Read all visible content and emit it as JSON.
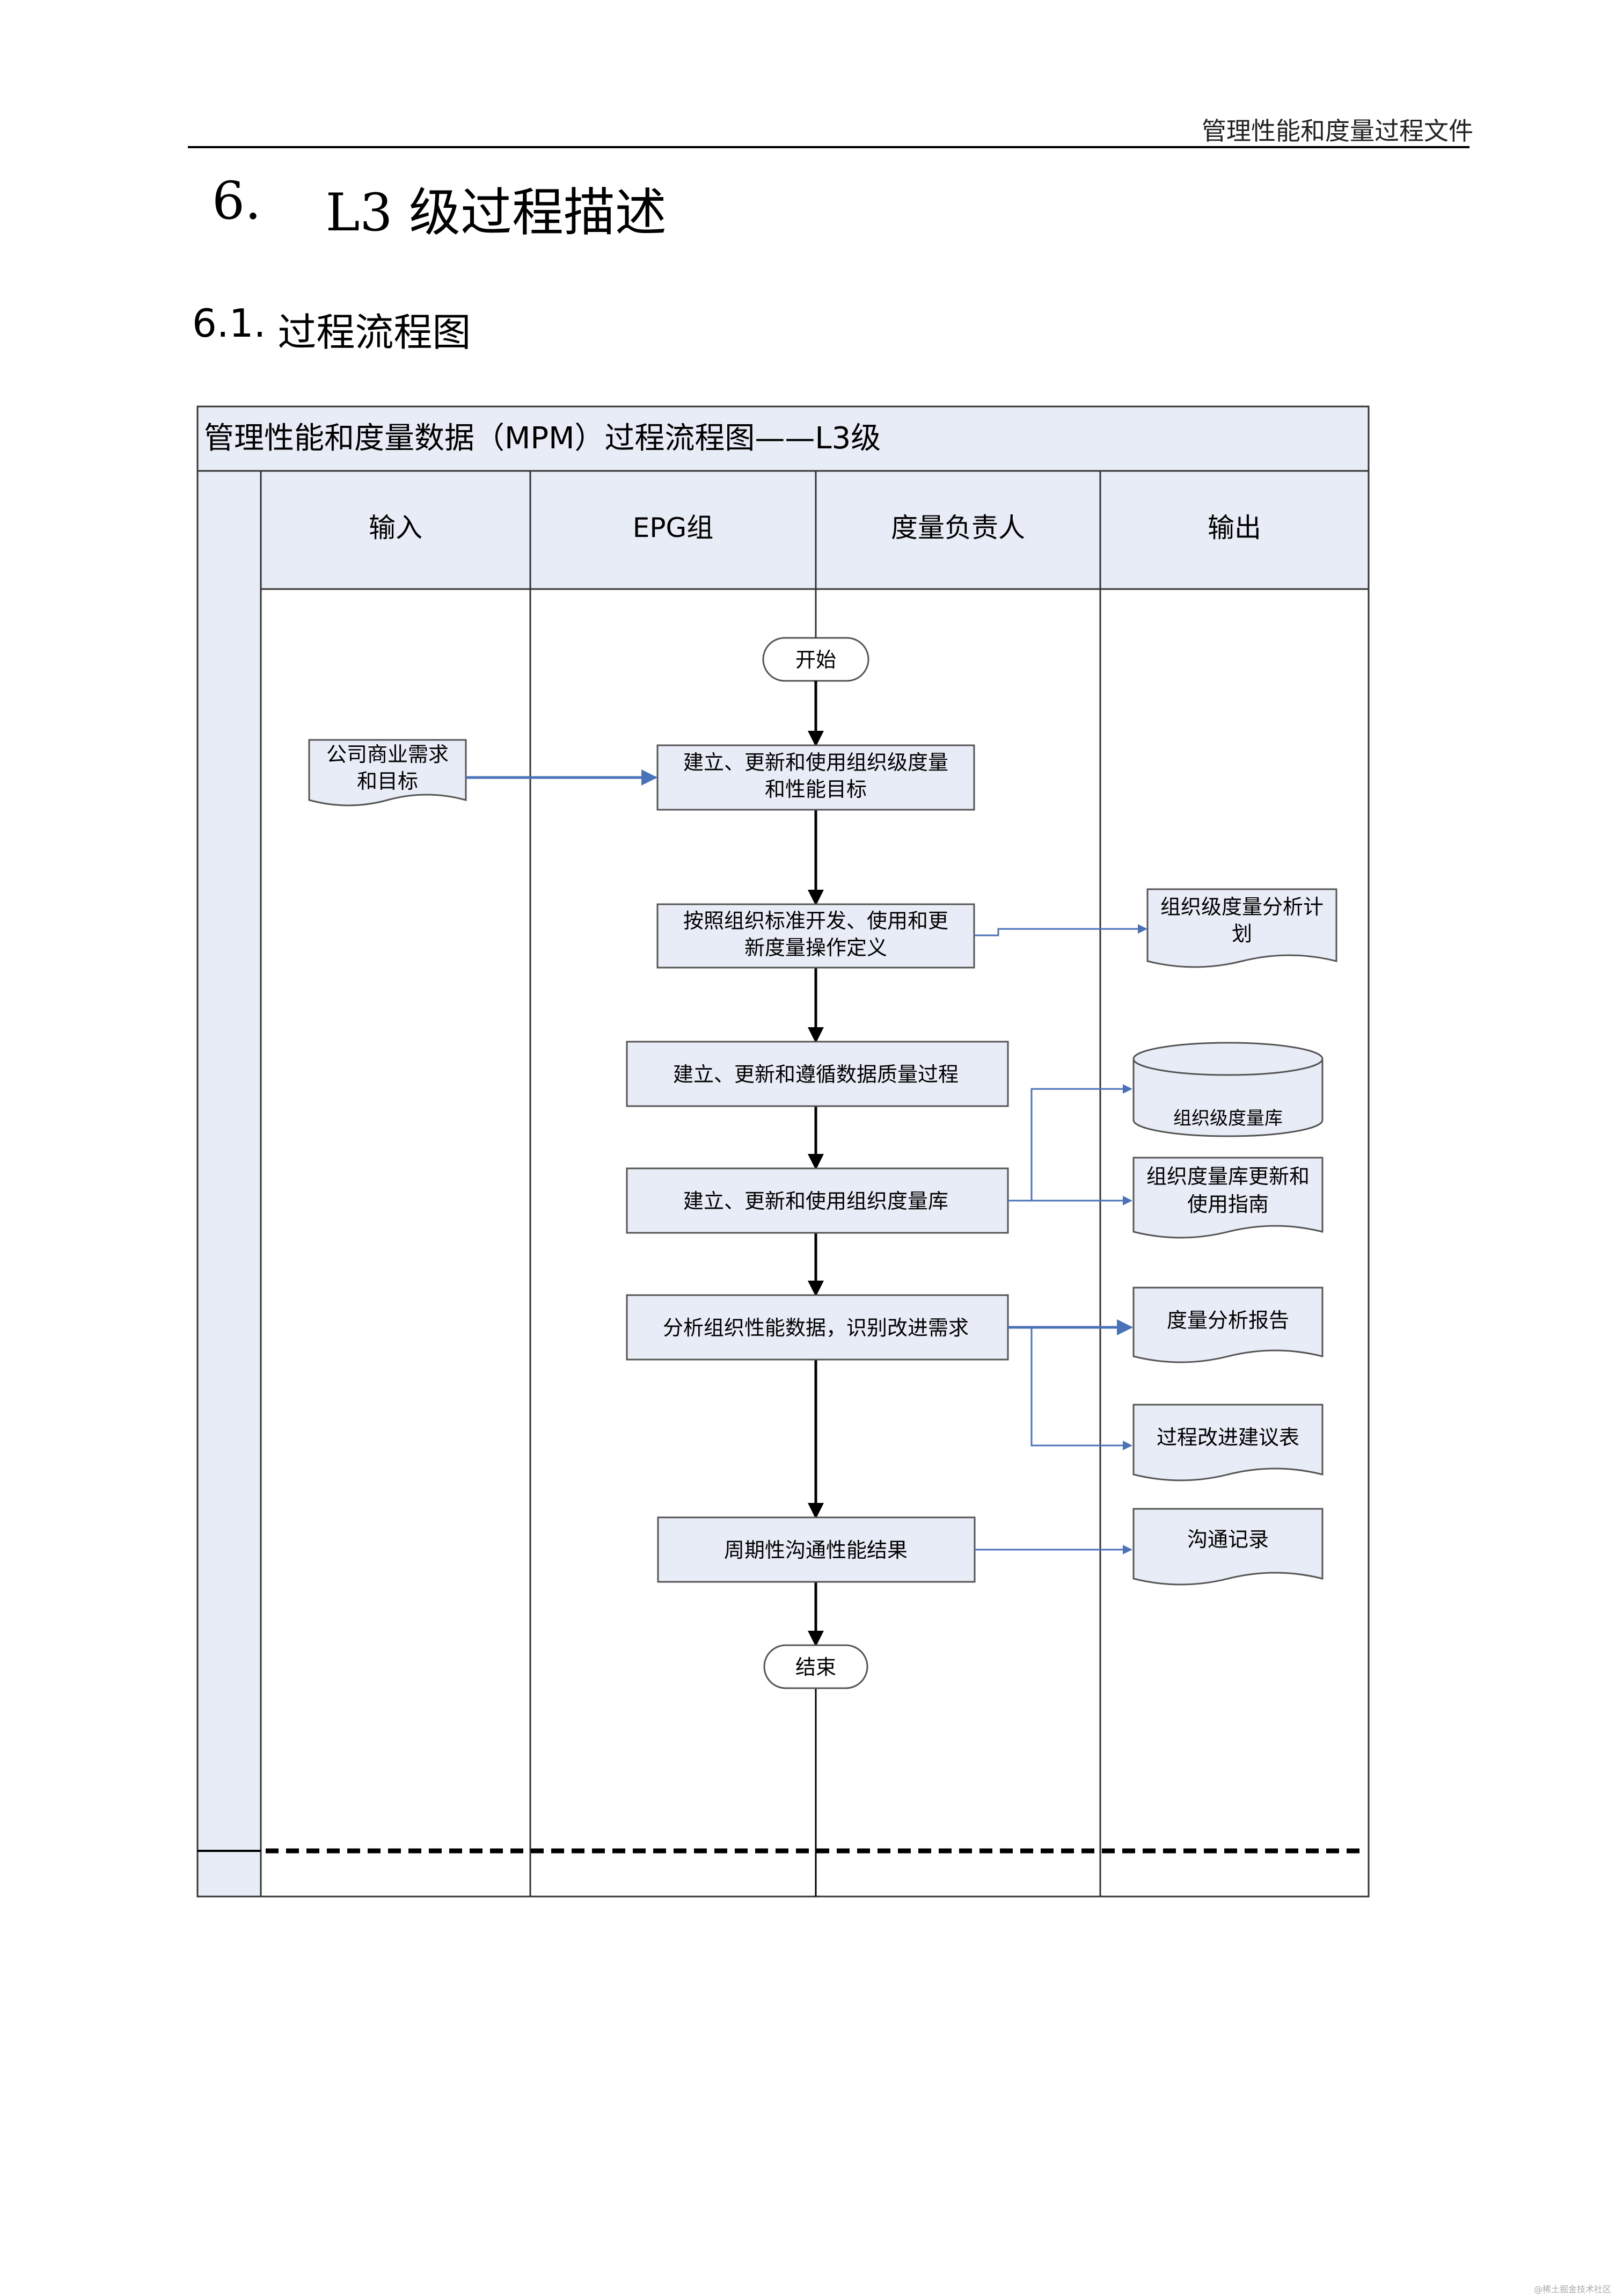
{
  "header": {
    "doc_title": "管理性能和度量过程文件"
  },
  "section": {
    "number": "6.",
    "title": "L3 级过程描述"
  },
  "subsection": {
    "number": "6.1.",
    "title": "过程流程图"
  },
  "diagram": {
    "title": "管理性能和度量数据（MPM）过程流程图——L3级",
    "lanes": [
      "输入",
      "EPG组",
      "度量负责人",
      "输出"
    ],
    "start_label": "开始",
    "end_label": "结束",
    "input_doc": [
      "公司商业需求",
      "和目标"
    ],
    "steps": [
      [
        "建立、更新和使用组织级度量",
        "和性能目标"
      ],
      [
        "按照组织标准开发、使用和更",
        "新度量操作定义"
      ],
      [
        "建立、更新和遵循数据质量过程"
      ],
      [
        "建立、更新和使用组织度量库"
      ],
      [
        "分析组织性能数据，识别改进需求"
      ],
      [
        "周期性沟通性能结果"
      ]
    ],
    "outputs": {
      "analysis_plan": [
        "组织级度量分析计",
        "划"
      ],
      "database": "组织级度量库",
      "guide": [
        "组织度量库更新和",
        "使用指南"
      ],
      "report": "度量分析报告",
      "suggestions": "过程改进建议表",
      "comm_record": "沟通记录"
    },
    "colors": {
      "lane_header_fill": "#e8ecf6",
      "box_fill": "#e8ecf6",
      "output_arrow": "#4a72b8",
      "border": "#333333"
    }
  },
  "footer": {
    "watermark": "@稀土掘金技术社区"
  }
}
